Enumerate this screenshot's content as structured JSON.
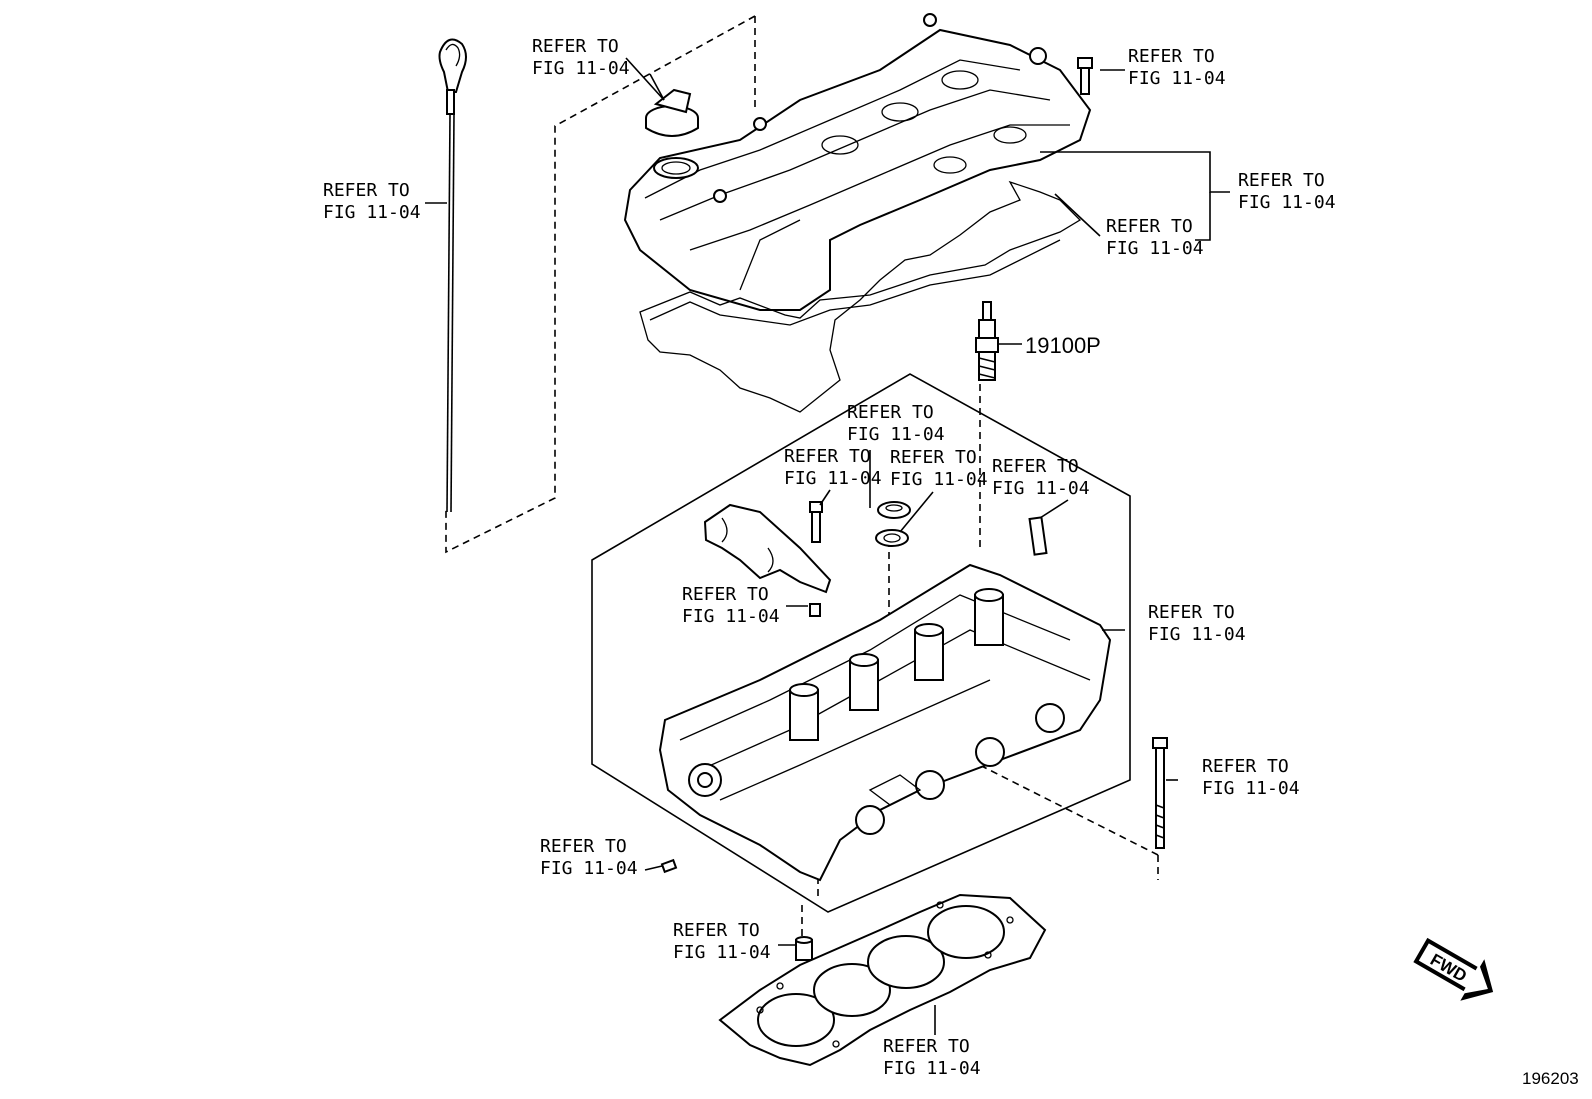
{
  "callouts": {
    "dipstick": [
      "REFER TO",
      "FIG 11-04"
    ],
    "oil_cap": [
      "REFER TO",
      "FIG 11-04"
    ],
    "cover_bolt": [
      "REFER TO",
      "FIG 11-04"
    ],
    "cover_gasket_outer": [
      "REFER TO",
      "FIG 11-04"
    ],
    "cover_gasket_inner": [
      "REFER TO",
      "FIG 11-04"
    ],
    "cam_cap_upper": [
      "REFER TO",
      "FIG 11-04"
    ],
    "cam_bolt": [
      "REFER TO",
      "FIG 11-04"
    ],
    "plug_seal": [
      "REFER TO",
      "FIG 11-04"
    ],
    "pipe": [
      "REFER TO",
      "FIG 11-04"
    ],
    "dowel_pin": [
      "REFER TO",
      "FIG 11-04"
    ],
    "head_assembly": [
      "REFER TO",
      "FIG 11-04"
    ],
    "head_bolt": [
      "REFER TO",
      "FIG 11-04"
    ],
    "plug_left": [
      "REFER TO",
      "FIG 11-04"
    ],
    "head_dowel": [
      "REFER TO",
      "FIG 11-04"
    ],
    "head_gasket": [
      "REFER TO",
      "FIG 11-04"
    ]
  },
  "spark_plug_part_number": "19100P",
  "fwd_label": "FWD",
  "figure_number": "196203"
}
